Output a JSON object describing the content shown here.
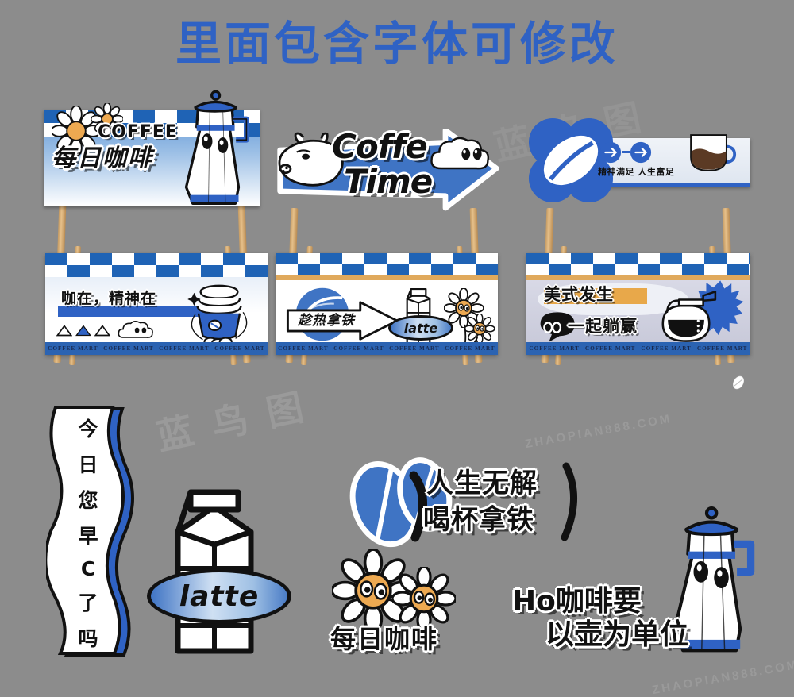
{
  "page": {
    "title": "里面包含字体可修改",
    "background_color": "#8c8c8c",
    "title_color": "#2f62c4",
    "brand_blue": "#1f63b5",
    "accent_orange": "#e9a13b",
    "wood_color": "#d3a468"
  },
  "watermarks": {
    "big": "蓝 鸟 图",
    "small": "ZHAOPIAN888.COM"
  },
  "booths": [
    {
      "id": "booth-1",
      "sign": {
        "english": "COFFEE",
        "chinese": "每日咖啡",
        "icons": [
          "daisy-large",
          "daisy-small",
          "moka-pot-character"
        ]
      },
      "counter": {
        "headline": "咖在，精神在",
        "icons": [
          "triangle-outline",
          "triangle-filled",
          "triangle-outline",
          "cloud-face",
          "coffee-cup-character"
        ],
        "mart_label": "COFFEE MART",
        "mart_repeat": 4
      }
    },
    {
      "id": "booth-2",
      "sign": {
        "line1": "Coffe",
        "line2": "Time",
        "icons": [
          "cow-head",
          "cloud-face",
          "arrow-right"
        ]
      },
      "counter": {
        "headline": "趁热拿铁",
        "carton_label": "latte",
        "icons": [
          "coffee-bean-circle",
          "arrow-right-outline",
          "milk-carton",
          "daisy-face-large",
          "daisy-face-small"
        ],
        "mart_label": "COFFEE MART",
        "mart_repeat": 4
      }
    },
    {
      "id": "booth-3",
      "sign": {
        "slogan": "精神满足 人生富足",
        "icons": [
          "coffee-bean-flower",
          "arrow-circle",
          "arrow-circle",
          "coffee-mug"
        ]
      },
      "counter": {
        "headline": "美式发生",
        "subline": "一起躺赢",
        "icons": [
          "speech-bubble-eyes",
          "coffee-pot-burst"
        ],
        "mart_label": "COFFEE MART",
        "mart_repeat": 4
      }
    }
  ],
  "stickers": [
    {
      "id": "wavy-banner",
      "text": "今日您早C了吗",
      "chars": [
        "今",
        "日",
        "您",
        "早",
        "C",
        "了",
        "吗"
      ],
      "orientation": "vertical"
    },
    {
      "id": "latte-carton",
      "label": "latte",
      "shape": "milk-carton"
    },
    {
      "id": "life-latte",
      "line1": "人生无解",
      "line2": "喝杯拿铁",
      "icons": [
        "coffee-bean",
        "coffee-bean",
        "bracket-left",
        "bracket-right"
      ]
    },
    {
      "id": "daily-coffee-daisy",
      "text": "每日咖啡",
      "icons": [
        "daisy-face-large",
        "daisy-face-small"
      ]
    },
    {
      "id": "pot-unit",
      "line1": "Ho咖啡要",
      "line2": "以壶为单位",
      "icons": [
        "moka-pot-character"
      ]
    }
  ]
}
